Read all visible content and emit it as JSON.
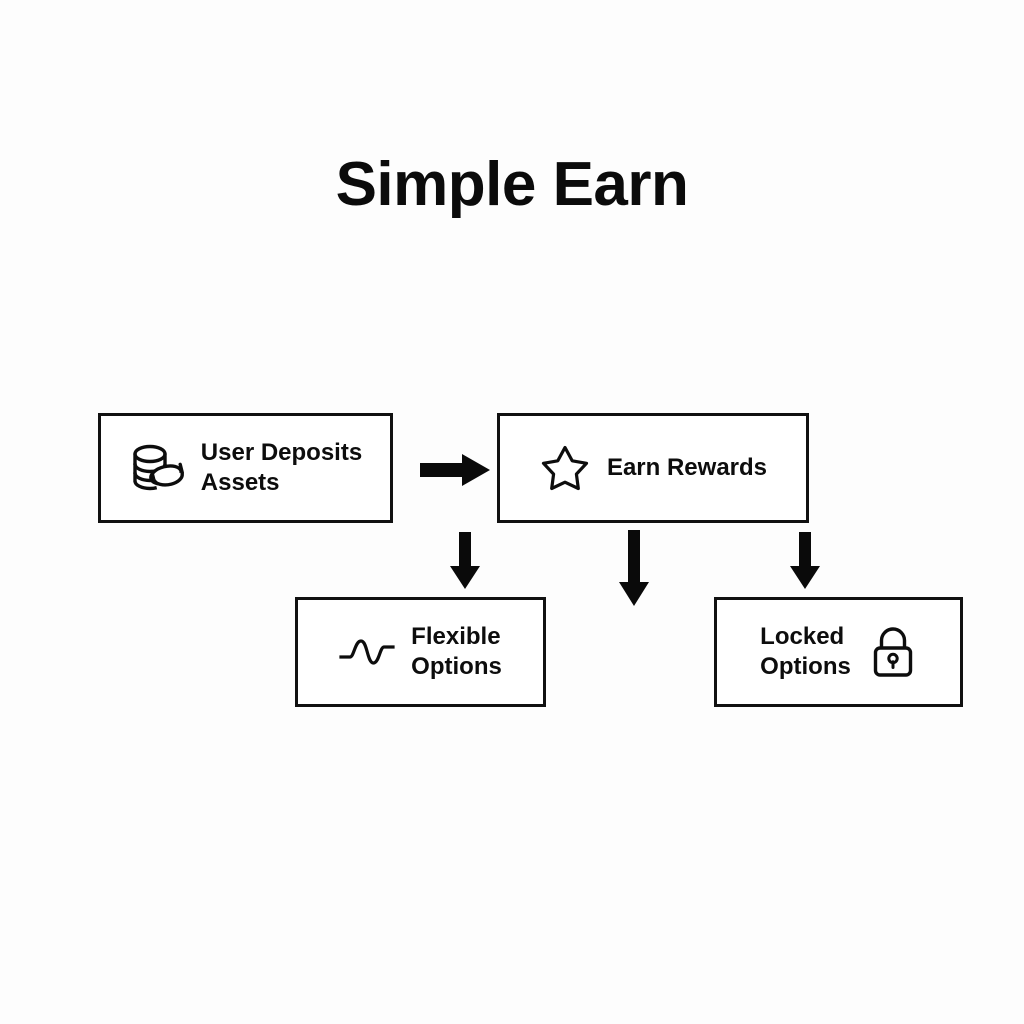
{
  "page": {
    "title": "Simple Earn",
    "background_color": "#fdfdfd",
    "stroke_color": "#111111"
  },
  "diagram": {
    "type": "flowchart",
    "nodes": [
      {
        "id": "deposits",
        "label": "User Deposits\nAssets",
        "icon": "coin-stack-icon",
        "icon_side": "left"
      },
      {
        "id": "rewards",
        "label": "Earn Rewards",
        "icon": "star-icon",
        "icon_side": "left"
      },
      {
        "id": "flexible",
        "label": "Flexible\nOptions",
        "icon": "wave-icon",
        "icon_side": "left"
      },
      {
        "id": "locked",
        "label": "Locked\nOptions",
        "icon": "lock-icon",
        "icon_side": "right"
      }
    ],
    "edges": [
      {
        "id": "deposits-to-rewards",
        "from": "deposits",
        "to": "rewards",
        "direction": "right"
      },
      {
        "id": "to-flexible",
        "from": "deposits",
        "to": "flexible",
        "direction": "down"
      },
      {
        "id": "rewards-down",
        "from": "rewards",
        "to": "",
        "direction": "down"
      },
      {
        "id": "to-locked",
        "from": "rewards",
        "to": "locked",
        "direction": "down"
      }
    ]
  }
}
